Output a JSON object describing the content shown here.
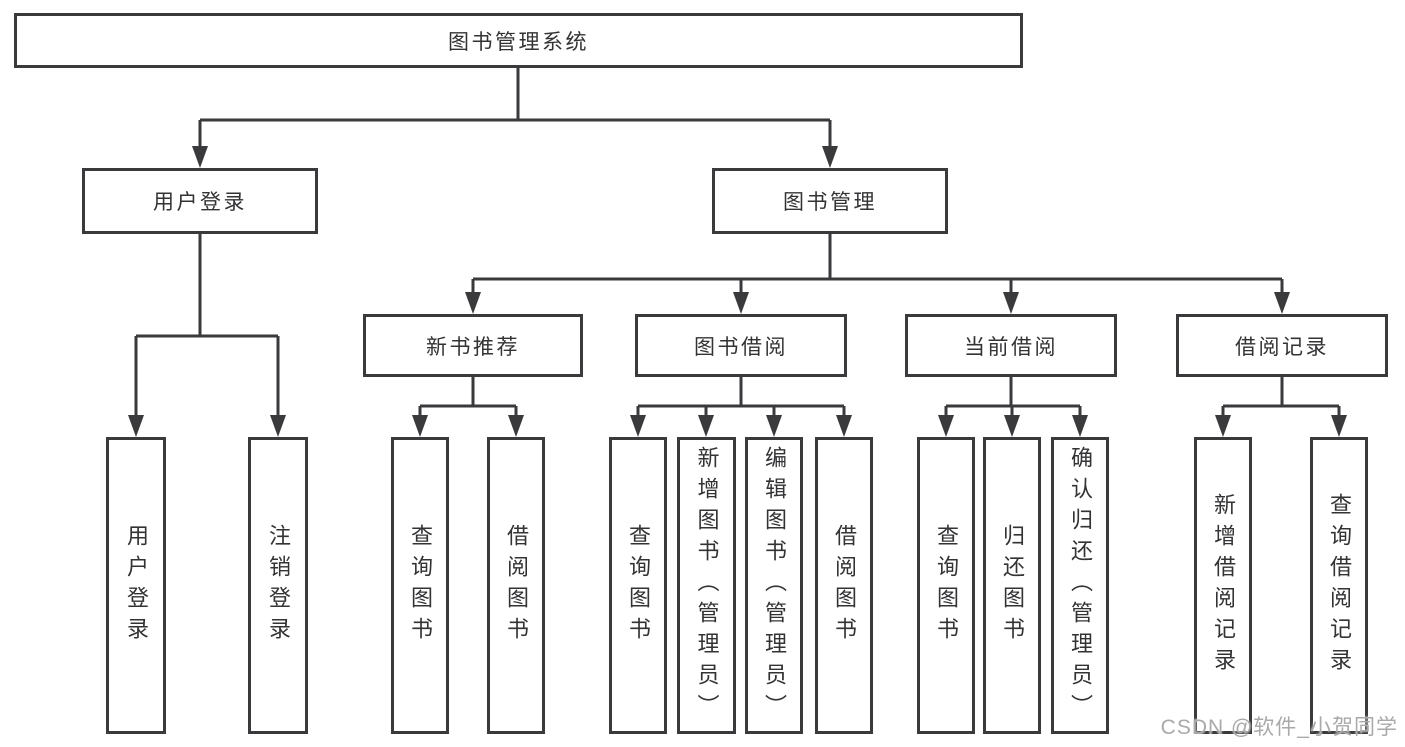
{
  "diagram": {
    "title_hint": "library management system feature tree",
    "root": {
      "label": "图书管理系统"
    },
    "branches": [
      {
        "label": "用户登录",
        "children": [
          {
            "label": "用户登录"
          },
          {
            "label": "注销登录"
          }
        ]
      },
      {
        "label": "图书管理",
        "children": [
          {
            "label": "新书推荐",
            "children": [
              {
                "label": "查询图书"
              },
              {
                "label": "借阅图书"
              }
            ]
          },
          {
            "label": "图书借阅",
            "children": [
              {
                "label": "查询图书"
              },
              {
                "label": "新增图书（管理员）"
              },
              {
                "label": "编辑图书（管理员）"
              },
              {
                "label": "借阅图书"
              }
            ]
          },
          {
            "label": "当前借阅",
            "children": [
              {
                "label": "查询图书"
              },
              {
                "label": "归还图书"
              },
              {
                "label": "确认归还（管理员）"
              }
            ]
          },
          {
            "label": "借阅记录",
            "children": [
              {
                "label": "新增借阅记录"
              },
              {
                "label": "查询借阅记录"
              }
            ]
          }
        ]
      }
    ]
  },
  "watermark": {
    "text": "CSDN @软件_小贺同学"
  },
  "colors": {
    "line": "#3a3a3c",
    "text": "#333336",
    "watermark": "#a9a9ab",
    "background": "#ffffff"
  }
}
